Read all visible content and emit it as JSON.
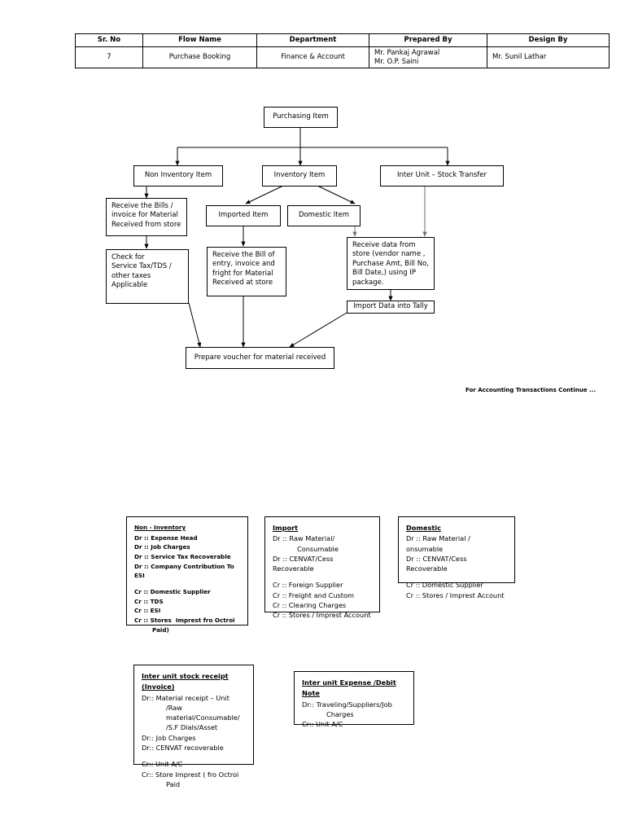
{
  "header_table": {
    "columns": [
      "Sr. No",
      "Flow Name",
      "Department",
      "Prepared By",
      "Design By"
    ],
    "row": {
      "sr_no": "7",
      "flow_name": "Purchase Booking",
      "department": "Finance & Account",
      "prepared_by_line1": "Mr. Pankaj Agrawal",
      "prepared_by_line2": "Mr. O.P. Saini",
      "design_by": "Mr. Sunil Lathar"
    }
  },
  "flow": {
    "purchasing_item": "Purchasing Item",
    "non_inventory_item": "Non Inventory Item",
    "inventory_item": "Inventory Item",
    "inter_unit_stock_transfer": "Inter Unit – Stock Transfer",
    "receive_bills": "Receive the Bills /\ninvoice for  Material\nReceived from store",
    "imported_item": "Imported Item",
    "domestic_item": "Domestic Item",
    "check_for_tax": "Check for\nService Tax/TDS /\nother taxes\nApplicable",
    "receive_bill_of_entry": "Receive the Bill of\nentry, invoice and\nfright for Material\nReceived at store",
    "receive_data_from_store": "Receive data from\nstore (vendor name ,\nPurchase Amt, Bill No,\nBill Date,) using  IP\npackage.",
    "import_data_into_tally": "Import Data into Tally",
    "prepare_voucher": "Prepare voucher for material received"
  },
  "footer_note": "For Accounting Transactions Continue ...",
  "legends": {
    "non_inventory": {
      "title": "Non - Inventory",
      "lines": [
        "Dr :: Expense Head",
        "Dr :: Job Charges",
        "Dr :: Service Tax Recoverable",
        "Dr :: Company Contribution To ESI",
        "",
        "Cr :: Domestic Supplier",
        "Cr :: TDS",
        "Cr :: ESI",
        "Cr :: Stores  Imprest fro Octroi"
      ],
      "indent_line": "Paid)"
    },
    "import": {
      "title": "Import",
      "lines": [
        "Dr :: Raw Material/",
        "@INDENT@Consumable",
        "Dr :: CENVAT/Cess Recoverable",
        "",
        "Cr :: Foreign Supplier",
        "Cr :: Freight and Custom",
        "Cr :: Clearing Charges",
        "Cr :: Stores / Imprest Account"
      ]
    },
    "domestic": {
      "title": "Domestic ",
      "lines": [
        "Dr :: Raw Material / onsumable",
        "Dr :: CENVAT/Cess Recoverable",
        "",
        "Cr :: Domestic Supplier",
        "Cr :: Stores / Imprest Account"
      ]
    },
    "inter_unit_stock_receipt": {
      "title": "Inter unit stock receipt",
      "title2": "(Invoice)",
      "lines": [
        "Dr:: Material receipt – Unit",
        "@INDENT@/Raw material/Consumable/",
        "@INDENT@/S.F Dials/Asset",
        "Dr:: Job Charges",
        "Dr:: CENVAT recoverable",
        "",
        "Cr:: Unit A/C",
        "Cr:: Store Imprest ( fro Octroi",
        "@INDENT@Paid"
      ]
    },
    "inter_unit_expense": {
      "title": "Inter unit Expense /Debit",
      "title2": "Note",
      "lines": [
        "Dr:: Traveling/Suppliers/Job",
        "@INDENT@Charges",
        "Cr:: Unit A/C"
      ]
    }
  },
  "colors": {
    "line": "#000000",
    "line_gray": "#808080",
    "border": "#000000",
    "background": "#ffffff"
  }
}
